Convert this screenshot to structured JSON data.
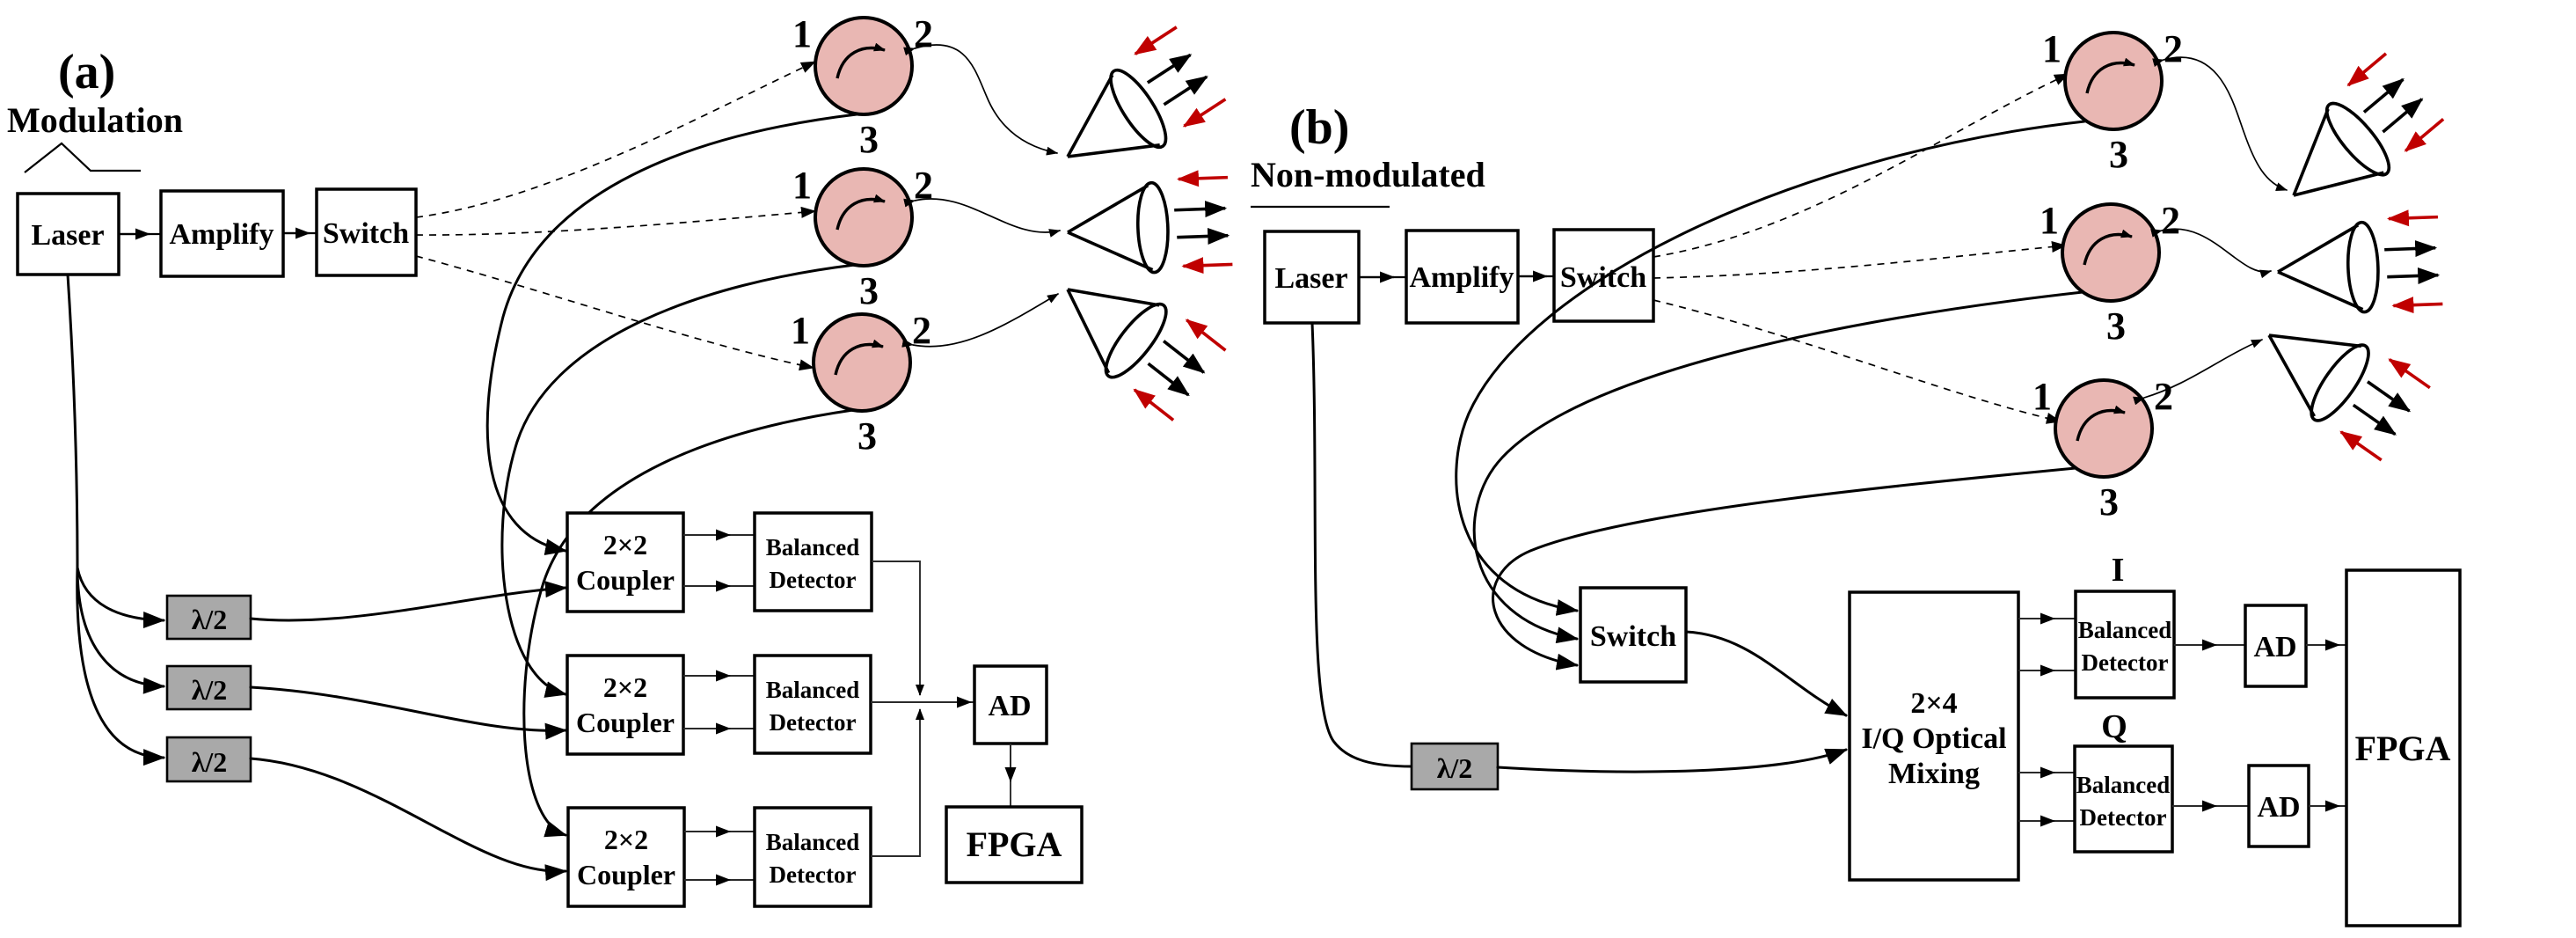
{
  "colors": {
    "circulator": "#E9B7B3",
    "waveplate": "#A9A9A9",
    "red": "#C00000",
    "line": "#000000",
    "background": "#FFFFFF"
  },
  "shared": {
    "laser": "Laser",
    "amplify": "Amplify",
    "switch_label": "Switch",
    "balanced": "Balanced",
    "detector": "Detector",
    "ad": "AD",
    "fpga": "FPGA",
    "waveplate": "λ/2",
    "port1": "1",
    "port2": "2",
    "port3": "3"
  },
  "panel_a": {
    "tag": "(a)",
    "title": "Modulation",
    "coupler_line1": "2×2",
    "coupler_line2": "Coupler"
  },
  "panel_b": {
    "tag": "(b)",
    "title": "Non-modulated",
    "mixer_line1": "2×4",
    "mixer_line2": "I/Q Optical",
    "mixer_line3": "Mixing",
    "i_label": "I",
    "q_label": "Q"
  }
}
